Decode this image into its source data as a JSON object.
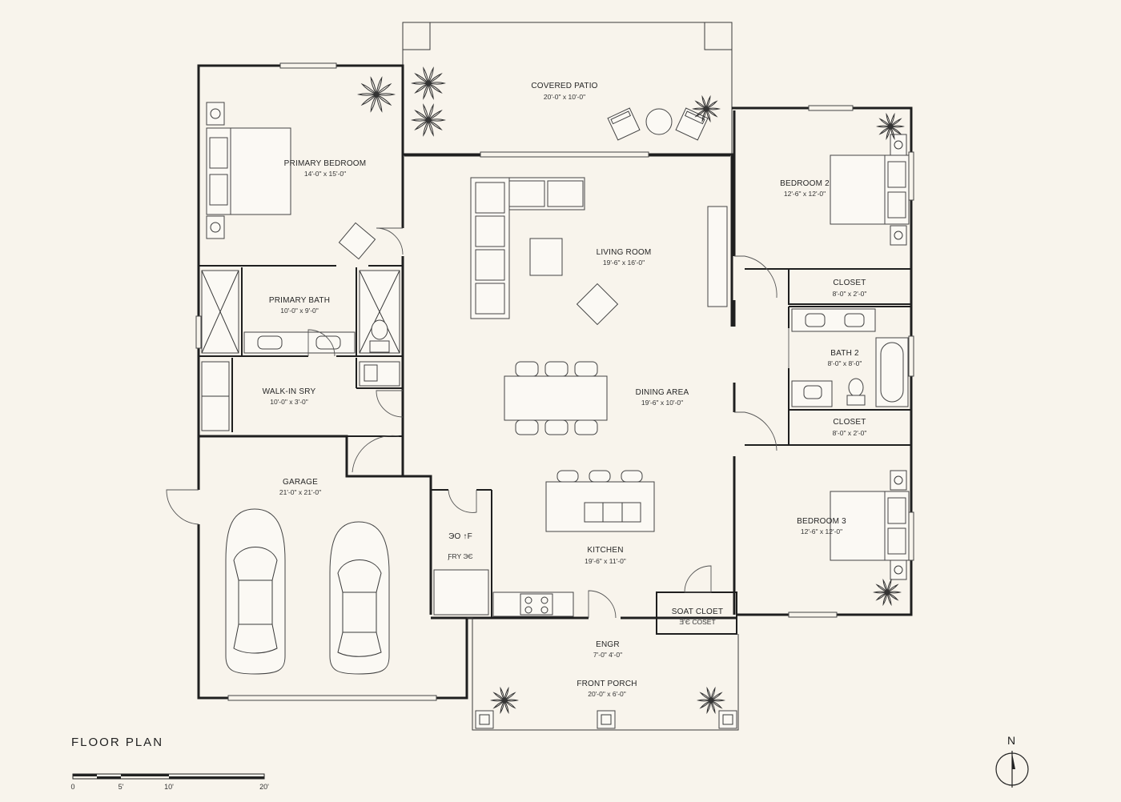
{
  "plan": {
    "title": "FLOOR PLAN",
    "north": "N",
    "scale": [
      "0",
      "5'",
      "10'",
      "20'"
    ],
    "rooms": [
      {
        "id": "covered-patio",
        "name": "COVERED PATIO",
        "dim": "20'-0\" x 10'-0\""
      },
      {
        "id": "primary-bedroom",
        "name": "PRIMARY BEDROOM",
        "dim": "14'-0\" x 15'-0\""
      },
      {
        "id": "living-room",
        "name": "LIVING ROOM",
        "dim": "19'-6\" x 16'-0\""
      },
      {
        "id": "bedroom-2",
        "name": "BEDROOM 2",
        "dim": "12'-6\" x 12'-0\""
      },
      {
        "id": "closet-1",
        "name": "CLOSET",
        "dim": "8'-0\" x 2'-0\""
      },
      {
        "id": "primary-bath",
        "name": "PRIMARY BATH",
        "dim": "10'-0\" x 9'-0\""
      },
      {
        "id": "bath-2",
        "name": "BATH 2",
        "dim": "8'-0\" x 8'-0\""
      },
      {
        "id": "walk-in",
        "name": "WALK-IN SRY",
        "dim": "10'-0\" x 3'-0\""
      },
      {
        "id": "dining-area",
        "name": "DINING AREA",
        "dim": "19'-6\" x 10'-0\""
      },
      {
        "id": "closet-2",
        "name": "CLOSET",
        "dim": "8'-0\" x 2'-0\""
      },
      {
        "id": "garage",
        "name": "GARAGE",
        "dim": "21'-0\" x 21'-0\""
      },
      {
        "id": "bedroom-3",
        "name": "BEDROOM 3",
        "dim": "12'-6\" x 12'-0\""
      },
      {
        "id": "pantry",
        "name": "ЭO ↑F",
        "dim": "ƑRY ЭЄ"
      },
      {
        "id": "kitchen",
        "name": "KITCHEN",
        "dim": "19'-6\" x 11'-0\""
      },
      {
        "id": "coat-closet",
        "name": "SOAT CLOET",
        "dim": "ƎʼЄ COSET"
      },
      {
        "id": "entry",
        "name": "ENGR",
        "dim": "7'-0\" 4'-0\""
      },
      {
        "id": "front-porch",
        "name": "FRONT PORCH",
        "dim": "20'-0\" x 6'-0\""
      }
    ]
  }
}
